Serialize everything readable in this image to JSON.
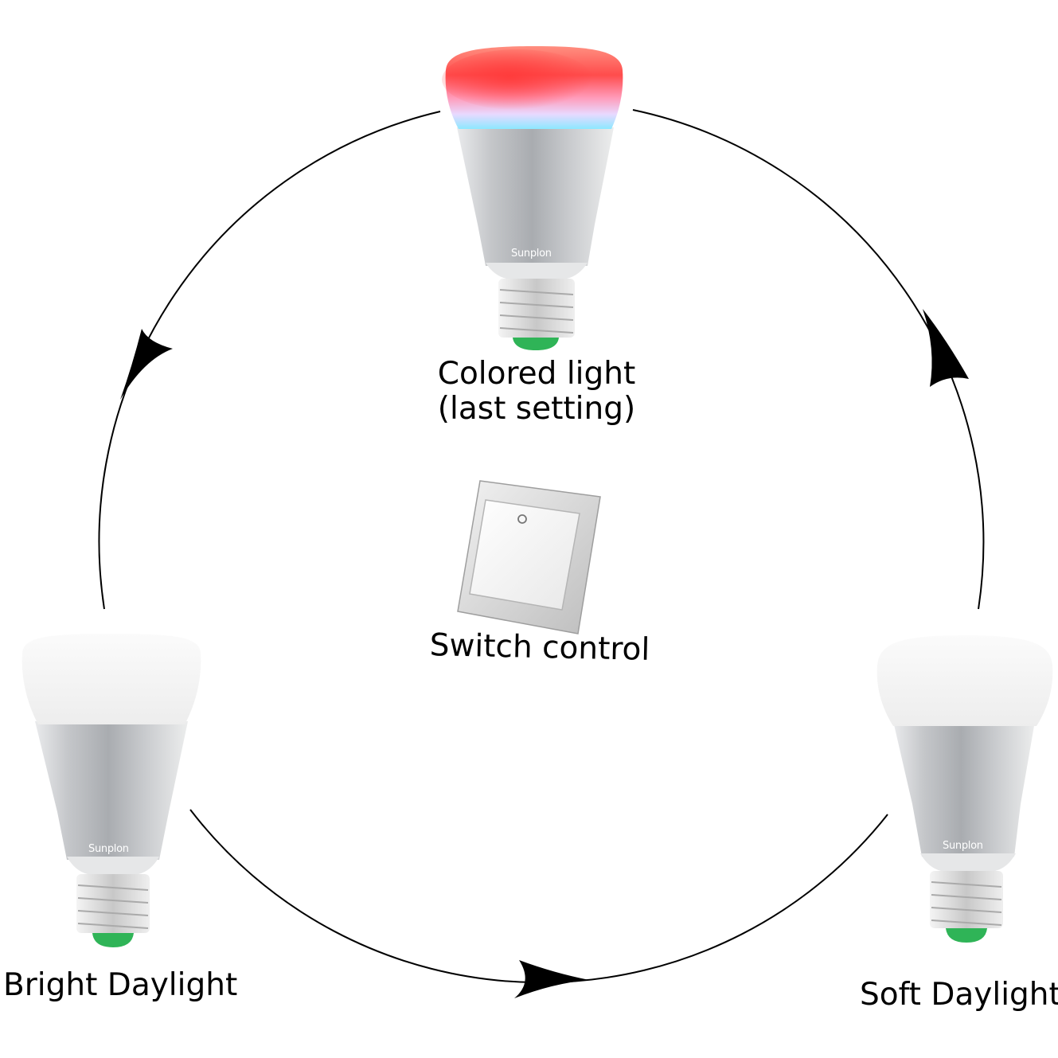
{
  "diagram": {
    "nodes": {
      "colored": {
        "line1": "Colored light",
        "line2": "(last setting)"
      },
      "switch": {
        "label": "Switch control"
      },
      "bright": {
        "label": "Bright Daylight"
      },
      "soft": {
        "label": "Soft Daylight"
      }
    },
    "brand_text": "Sunplon",
    "icons": [
      "rgb-bulb-icon",
      "white-bulb-icon",
      "wall-switch-icon",
      "arrow-head-icon"
    ],
    "colors": {
      "line": "#000000",
      "bulb_body": "#b9bcc0",
      "base_tip": "#2fb457",
      "rgb_top": [
        "#ff4a4a",
        "#ff8a8a",
        "#ffd2ea",
        "#8fe9ff"
      ]
    }
  }
}
